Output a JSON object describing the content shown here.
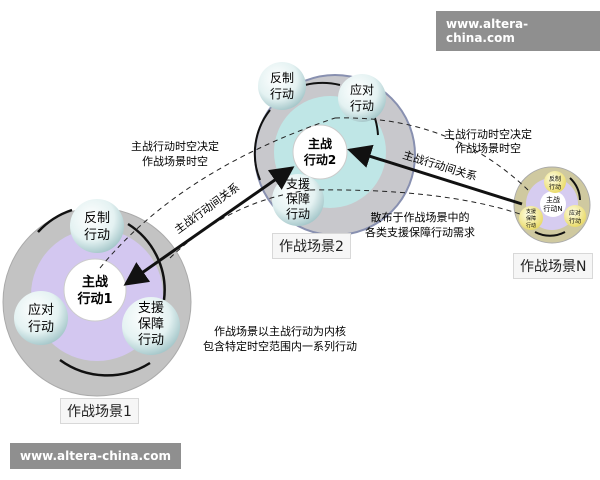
{
  "watermark_top": "www.altera-china.com",
  "watermark_bottom": "www.altera-china.com",
  "scenes": [
    {
      "label": "作战场景1",
      "main": [
        "主战",
        "行动1"
      ],
      "counter": [
        "反制",
        "行动"
      ],
      "response": [
        "应对",
        "行动"
      ],
      "support": [
        "支援",
        "保障",
        "行动"
      ],
      "outer_color": "#c3c3c3",
      "inner_color": "#d3c7f0"
    },
    {
      "label": "作战场景2",
      "main": [
        "主战",
        "行动2"
      ],
      "counter": [
        "反制",
        "行动"
      ],
      "response": [
        "应对",
        "行动"
      ],
      "support": [
        "支援",
        "保障",
        "行动"
      ],
      "outer_color": "#c8c8cc",
      "inner_color": "#bfe6e6"
    },
    {
      "label": "作战场景N",
      "main": [
        "主战",
        "行动N"
      ],
      "counter": [
        "反制",
        "行动"
      ],
      "response": [
        "应对",
        "行动"
      ],
      "support": [
        "支援",
        "保障",
        "行动"
      ],
      "outer_color": "#cfc9a0",
      "inner_color": "#d6ccf0"
    }
  ],
  "annotations": {
    "relation_1": "主战行动间关系",
    "relation_2": "主战行动间关系",
    "spacetime_left": [
      "主战行动时空决定",
      "作战场景时空"
    ],
    "spacetime_right": [
      "主战行动时空决定",
      "作战场景时空"
    ],
    "support_needs": [
      "散布于作战场景中的",
      "各类支援保障行动需求"
    ],
    "core": [
      "作战场景以主战行动为内核",
      "包含特定时空范围内一系列行动"
    ]
  }
}
